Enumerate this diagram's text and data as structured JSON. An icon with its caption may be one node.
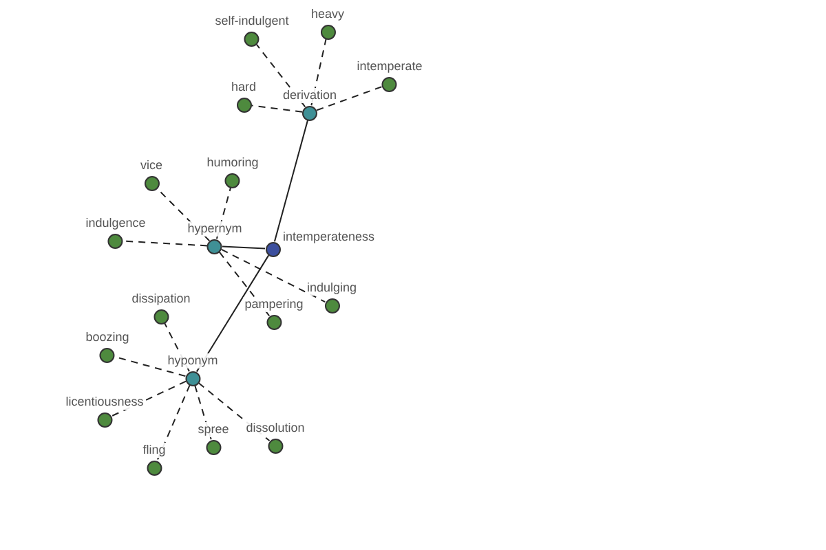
{
  "diagram": {
    "nodes": [
      {
        "text": [
          "intemperateness"
        ]
      },
      {
        "text": [
          "derivation"
        ]
      },
      {
        "text": [
          "self-indulgent"
        ]
      },
      {
        "text": [
          "heavy"
        ]
      },
      {
        "text": [
          "hard"
        ]
      },
      {
        "text": [
          "intemperate"
        ]
      },
      {
        "text": [
          "hypernym"
        ]
      },
      {
        "text": [
          "vice"
        ]
      },
      {
        "text": [
          "humoring"
        ]
      },
      {
        "text": [
          "indulgence"
        ]
      },
      {
        "text": [
          "pampering"
        ]
      },
      {
        "text": [
          "indulging"
        ]
      },
      {
        "text": [
          "hyponym"
        ]
      },
      {
        "text": [
          "dissipation"
        ]
      },
      {
        "text": [
          "boozing"
        ]
      },
      {
        "text": [
          "licentiousness"
        ]
      },
      {
        "text": [
          "fling"
        ]
      },
      {
        "text": [
          "spree"
        ]
      },
      {
        "text": [
          "dissolution"
        ]
      }
    ],
    "edges": [
      {
        "from": 0,
        "to": 1,
        "arrow": "none"
      },
      {
        "from": 1,
        "to": 2,
        "arrow": "none",
        "style": "dashed"
      },
      {
        "from": 1,
        "to": 3,
        "arrow": "none",
        "style": "dashed"
      },
      {
        "from": 1,
        "to": 4,
        "arrow": "none",
        "style": "dashed"
      },
      {
        "from": 1,
        "to": 5,
        "arrow": "none",
        "style": "dashed"
      },
      {
        "from": 0,
        "to": 6,
        "arrow": "none"
      },
      {
        "from": 6,
        "to": 7,
        "arrow": "none",
        "style": "dashed"
      },
      {
        "from": 6,
        "to": 8,
        "arrow": "none",
        "style": "dashed"
      },
      {
        "from": 6,
        "to": 9,
        "arrow": "none",
        "style": "dashed"
      },
      {
        "from": 6,
        "to": 10,
        "arrow": "none",
        "style": "dashed"
      },
      {
        "from": 6,
        "to": 11,
        "arrow": "none",
        "style": "dashed"
      },
      {
        "from": 0,
        "to": 12,
        "arrow": "none"
      },
      {
        "from": 12,
        "to": 13,
        "arrow": "none",
        "style": "dashed"
      },
      {
        "from": 12,
        "to": 14,
        "arrow": "none",
        "style": "dashed"
      },
      {
        "from": 12,
        "to": 15,
        "arrow": "none",
        "style": "dashed"
      },
      {
        "from": 12,
        "to": 16,
        "arrow": "none",
        "style": "dashed"
      },
      {
        "from": 12,
        "to": 17,
        "arrow": "none",
        "style": "dashed"
      },
      {
        "from": 12,
        "to": 18,
        "arrow": "none",
        "style": "dashed"
      }
    ]
  }
}
